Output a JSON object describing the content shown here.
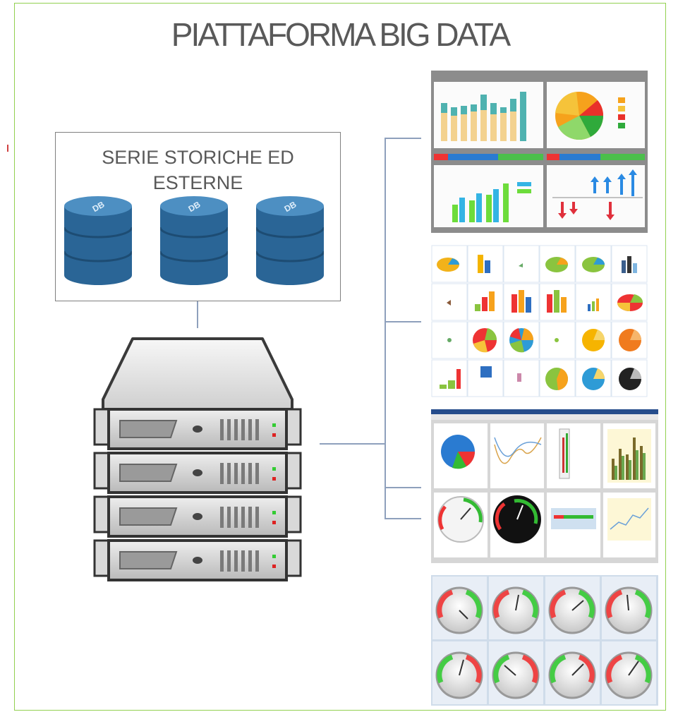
{
  "title": "PIATTAFORMA BIG DATA",
  "source_box": {
    "title_line1": "SERIE STORICHE ED",
    "title_line2": "ESTERNE",
    "databases": [
      {
        "label": "DB"
      },
      {
        "label": "DB"
      },
      {
        "label": "DB"
      }
    ]
  },
  "colors": {
    "frame": "#92d050",
    "db_blue": "#2e6e9e",
    "connector": "#8ea0bc",
    "title": "#595959"
  }
}
